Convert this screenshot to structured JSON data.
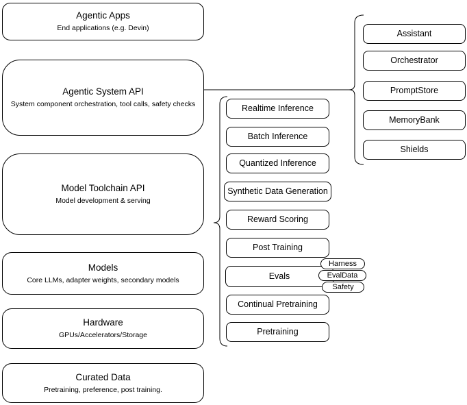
{
  "left_column": [
    {
      "title": "Agentic Apps",
      "subtitle": "End applications (e.g. Devin)"
    },
    {
      "title": "Agentic System API",
      "subtitle": "System component orchestration, tool calls, safety checks"
    },
    {
      "title": "Model Toolchain API",
      "subtitle": "Model development & serving"
    },
    {
      "title": "Models",
      "subtitle": "Core LLMs, adapter weights, secondary models"
    },
    {
      "title": "Hardware",
      "subtitle": "GPUs/Accelerators/Storage"
    },
    {
      "title": "Curated Data",
      "subtitle": "Pretraining, preference, post training."
    }
  ],
  "middle_column": [
    "Realtime Inference",
    "Batch Inference",
    "Quantized Inference",
    "Synthetic Data Generation",
    "Reward Scoring",
    "Post Training",
    "Evals",
    "Continual Pretraining",
    "Pretraining"
  ],
  "eval_pills": [
    "Harness",
    "EvalData",
    "Safety"
  ],
  "right_column": [
    "Assistant",
    "Orchestrator",
    "PromptStore",
    "MemoryBank",
    "Shields"
  ],
  "colors": {
    "stroke": "#000000",
    "fill": "#ffffff",
    "canvas": "#ffffff"
  }
}
